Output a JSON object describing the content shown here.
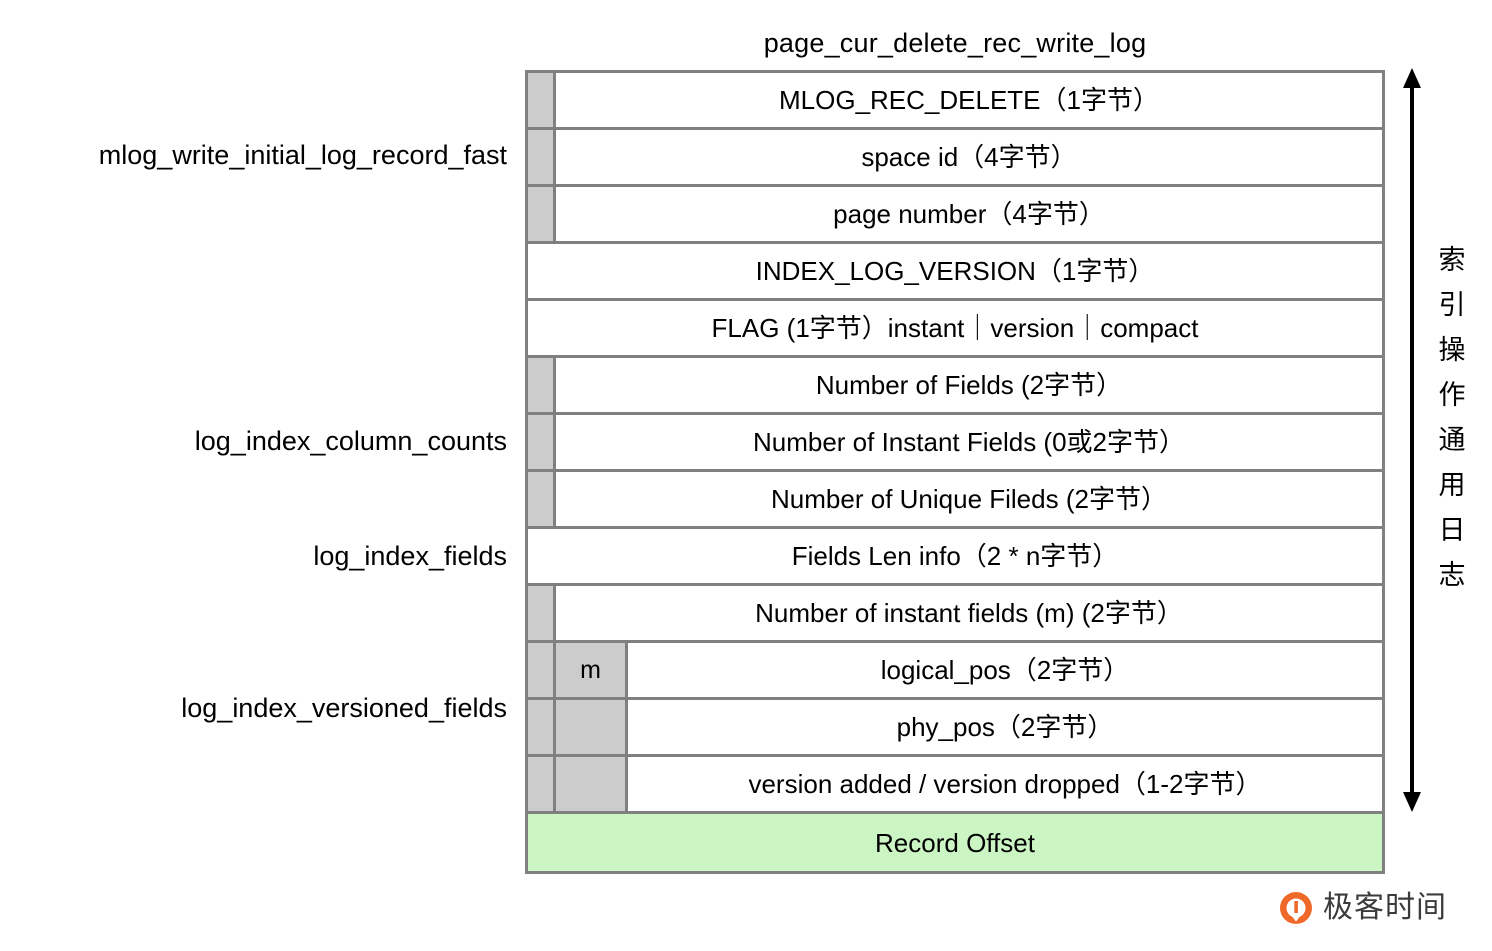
{
  "title": "page_cur_delete_rec_write_log",
  "colors": {
    "gutter_gray": "#cccccc",
    "border_gray": "#808080",
    "highlight_green": "#ccf5c4",
    "brand_orange": "#ef6a29"
  },
  "side_labels": {
    "mlog": "mlog_write_initial_log_record_fast",
    "column_counts": "log_index_column_counts",
    "fields": "log_index_fields",
    "versioned_fields": "log_index_versioned_fields"
  },
  "multiplier_label": "m",
  "span_caption": "索引操作通用日志",
  "brand": {
    "name": "极客时间",
    "icon": "geektime-logo-icon"
  },
  "rows": [
    {
      "label": "MLOG_REC_DELETE（1字节）",
      "gutter": "gray",
      "m": false,
      "green": false
    },
    {
      "label": "space id（4字节）",
      "gutter": "gray",
      "m": false,
      "green": false
    },
    {
      "label": "page number（4字节）",
      "gutter": "gray",
      "m": false,
      "green": false
    },
    {
      "label": "INDEX_LOG_VERSION（1字节）",
      "gutter": "none",
      "m": false,
      "green": false
    },
    {
      "label": "FLAG (1字节）instant｜version｜compact",
      "gutter": "none",
      "m": false,
      "green": false
    },
    {
      "label": "Number of Fields (2字节）",
      "gutter": "gray",
      "m": false,
      "green": false
    },
    {
      "label": "Number of Instant Fields (0或2字节）",
      "gutter": "gray",
      "m": false,
      "green": false
    },
    {
      "label": "Number of Unique Fileds (2字节）",
      "gutter": "gray",
      "m": false,
      "green": false
    },
    {
      "label": "Fields Len info（2 * n字节）",
      "gutter": "none",
      "m": false,
      "green": false
    },
    {
      "label": "Number of instant fields (m) (2字节）",
      "gutter": "gray",
      "m": false,
      "green": false
    },
    {
      "label": "logical_pos（2字节）",
      "gutter": "gray",
      "m": true,
      "green": false
    },
    {
      "label": "phy_pos（2字节）",
      "gutter": "gray",
      "m": true,
      "green": false
    },
    {
      "label": "version added / version dropped（1-2字节）",
      "gutter": "gray",
      "m": true,
      "green": false
    },
    {
      "label": "Record Offset",
      "gutter": "none",
      "m": false,
      "green": true
    }
  ]
}
